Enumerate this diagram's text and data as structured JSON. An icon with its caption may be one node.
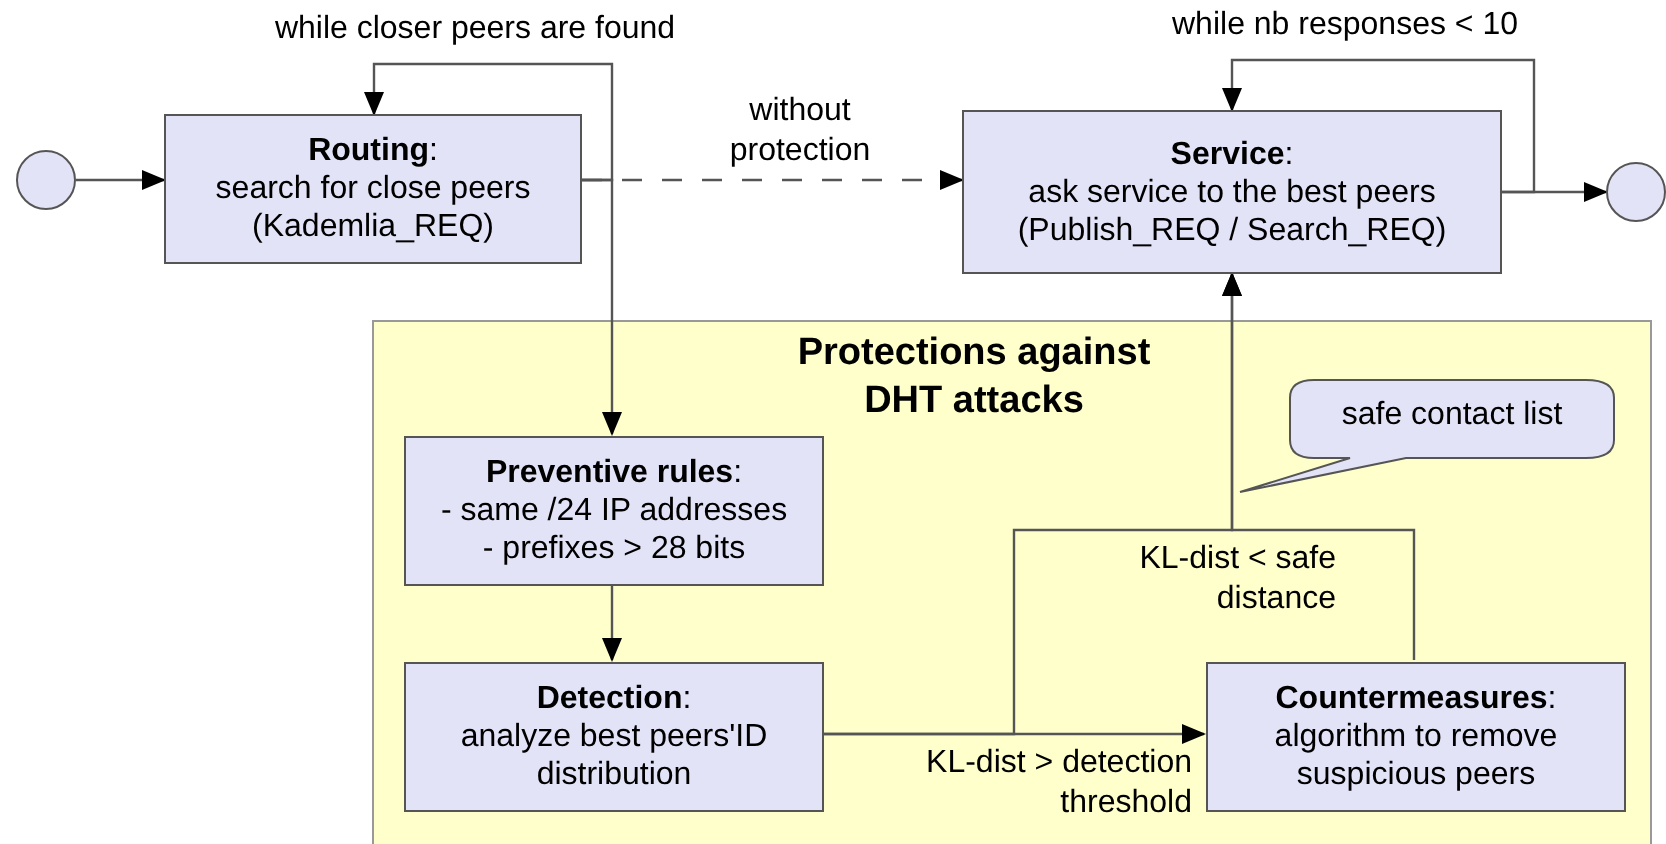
{
  "diagram": {
    "nodes": [
      {
        "text": [],
        "shape": "circle"
      },
      {
        "text": [
          "**Routing**:",
          "search for close peers",
          "(Kademlia_REQ)"
        ]
      },
      {
        "text": [
          "**Service**:",
          "ask service to the best peers",
          "(Publish_REQ / Search_REQ)"
        ]
      },
      {
        "text": [],
        "shape": "circle"
      },
      {
        "text": [
          "Protections against DHT attacks"
        ]
      },
      {
        "text": [
          "**Preventive rules**:",
          "- same /24 IP addresses",
          "- prefixes > 28 bits"
        ],
        "in": 4
      },
      {
        "text": [
          "**Detection**:",
          "analyze best peers'ID distribution"
        ],
        "in": 4
      },
      {
        "text": [
          "**Countermeasures**:",
          "algorithm to remove suspicious peers"
        ],
        "in": 4
      },
      {
        "text": [
          "safe contact list"
        ],
        "in": 4
      }
    ],
    "edges": [
      {
        "from": 0,
        "to": 1,
        "arrow": "to"
      },
      {
        "from": 1,
        "to": 1,
        "arrow": "to",
        "label": "while closer peers are found"
      },
      {
        "from": 1,
        "to": 2,
        "arrow": "to",
        "label": "without protection",
        "style": "dashed"
      },
      {
        "from": 1,
        "to": 5,
        "arrow": "to"
      },
      {
        "from": 2,
        "to": 2,
        "arrow": "to",
        "label": "while nb responses < 10"
      },
      {
        "from": 2,
        "to": 3,
        "arrow": "to"
      },
      {
        "from": 5,
        "to": 6,
        "arrow": "to"
      },
      {
        "from": 6,
        "to": 7,
        "arrow": "to",
        "label": "KL-dist > detection threshold"
      },
      {
        "from": 6,
        "to": 2,
        "arrow": "to",
        "label": "KL-dist < safe distance"
      },
      {
        "from": 7,
        "to": 2,
        "arrow": "to"
      }
    ]
  }
}
